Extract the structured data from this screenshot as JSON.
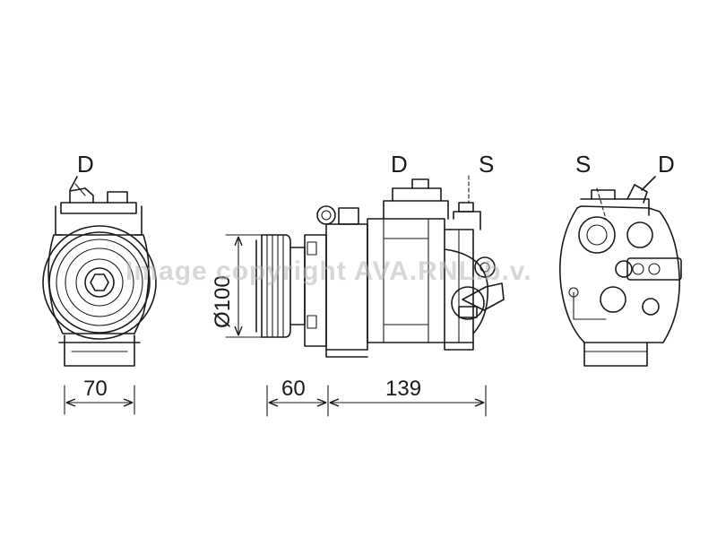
{
  "labels": {
    "left_view_port": "D",
    "side_view_discharge": "D",
    "side_view_suction": "S",
    "right_view_suction": "S",
    "right_view_discharge": "D"
  },
  "dimensions": {
    "front_width": "70",
    "pulley_depth": "60",
    "body_length": "139",
    "pulley_diameter": "Ø100"
  },
  "watermark": "Image copyright AVA.RNL.b.v."
}
